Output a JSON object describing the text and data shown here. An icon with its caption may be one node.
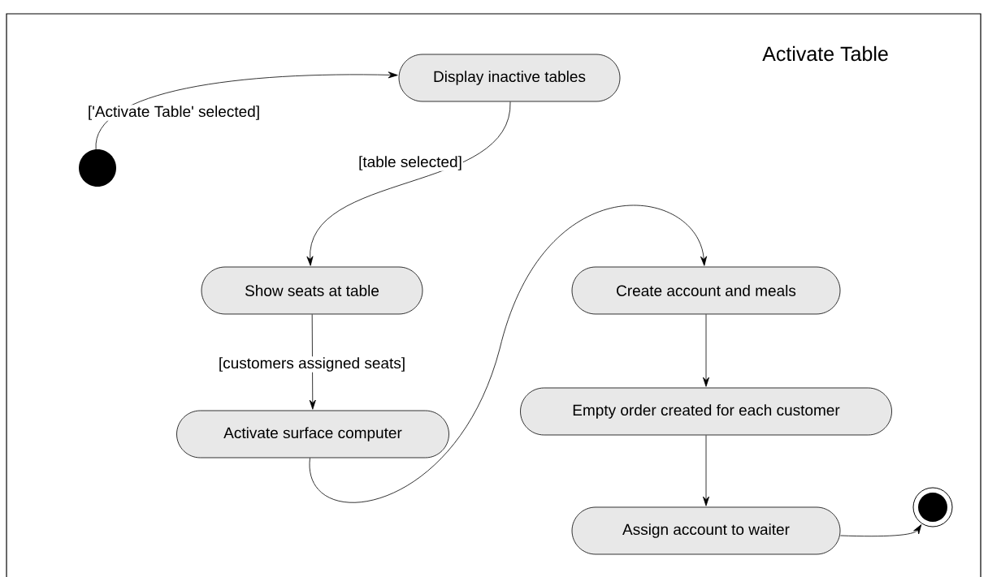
{
  "diagram": {
    "title": "Activate Table",
    "nodes": [
      {
        "text": [],
        "shape": "circle"
      },
      {
        "text": [
          "Display inactive tables"
        ]
      },
      {
        "text": [
          "Show seats at table"
        ]
      },
      {
        "text": [
          "Activate surface computer"
        ]
      },
      {
        "text": [
          "Create account and meals"
        ]
      },
      {
        "text": [
          "Empty order created for each customer"
        ]
      },
      {
        "text": [
          "Assign account to waiter"
        ]
      },
      {
        "text": [],
        "shape": "bullseye"
      }
    ],
    "edges": [
      {
        "from": 0,
        "to": 1,
        "arrow": "to",
        "label": "['Activate Table' selected]"
      },
      {
        "from": 1,
        "to": 2,
        "arrow": "to",
        "label": "[table selected]"
      },
      {
        "from": 2,
        "to": 3,
        "arrow": "to",
        "label": "[customers assigned seats]"
      },
      {
        "from": 3,
        "to": 4,
        "arrow": "to"
      },
      {
        "from": 4,
        "to": 5,
        "arrow": "to"
      },
      {
        "from": 5,
        "to": 6,
        "arrow": "to"
      },
      {
        "from": 6,
        "to": 7,
        "arrow": "to"
      }
    ]
  }
}
